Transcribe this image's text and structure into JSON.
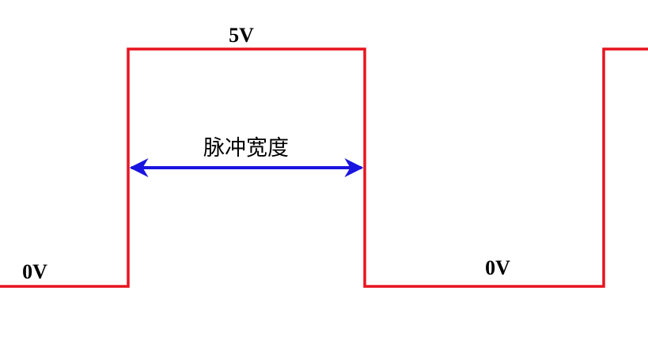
{
  "labels": {
    "high_level": "5V",
    "low_level_left": "0V",
    "low_level_right": "0V",
    "pulse_width": "脉冲宽度"
  },
  "colors": {
    "waveform": "#e8141e",
    "arrow": "#1a14e0",
    "text": "#000000",
    "background": "#ffffff"
  }
}
